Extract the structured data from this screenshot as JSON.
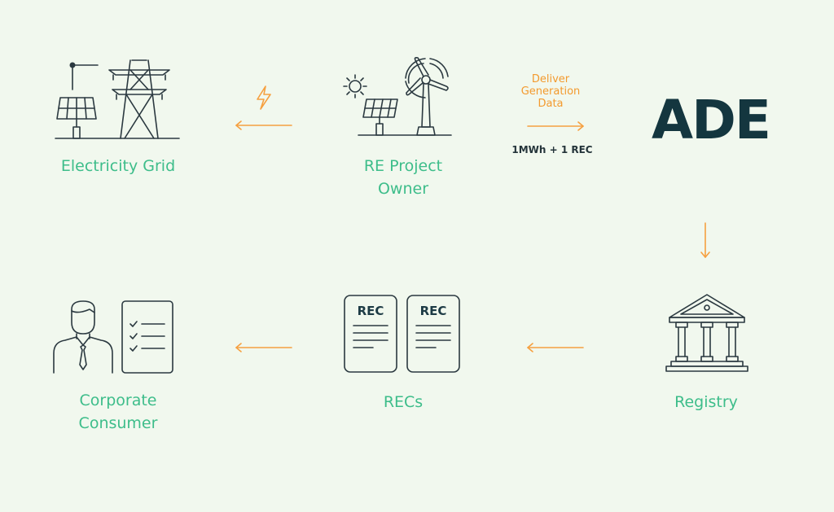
{
  "nodes": {
    "electricity_grid": {
      "label": "Electricity Grid"
    },
    "re_project_owner": {
      "label_line1": "RE Project",
      "label_line2": "Owner"
    },
    "ade": {
      "logo_text": "ADE"
    },
    "registry": {
      "label": "Registry"
    },
    "recs": {
      "label": "RECs",
      "doc_label": "REC"
    },
    "corporate_consumer": {
      "label_line1": "Corporate",
      "label_line2": "Consumer"
    }
  },
  "edges": {
    "deliver": {
      "line1": "Deliver",
      "line2": "Generation",
      "line3": "Data"
    },
    "mwh": {
      "label": "1MWh + 1 REC"
    }
  },
  "colors": {
    "background": "#f1f8ee",
    "label_green": "#3dbd8a",
    "arrow_orange": "#f6a040",
    "ink": "#2b3940",
    "logo_navy": "#14363f"
  }
}
